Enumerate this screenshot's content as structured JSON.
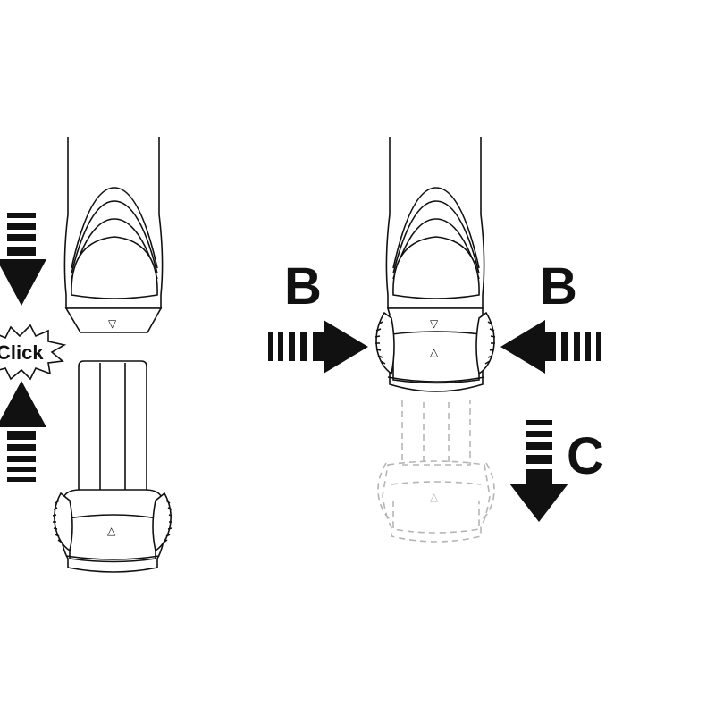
{
  "diagram": {
    "labels": {
      "click": "Click",
      "b_left": "B",
      "b_right": "B",
      "c": "C"
    },
    "alignment_mark": "▽",
    "alignment_mark_up": "△",
    "colors": {
      "ink": "#111111",
      "ghost": "#b5b5b5",
      "background": "#ffffff"
    },
    "icons": {
      "arrow_down": "arrow-down-icon",
      "arrow_up": "arrow-up-icon",
      "arrow_right": "arrow-right-icon",
      "arrow_left": "arrow-left-icon",
      "burst": "starburst-icon"
    }
  }
}
